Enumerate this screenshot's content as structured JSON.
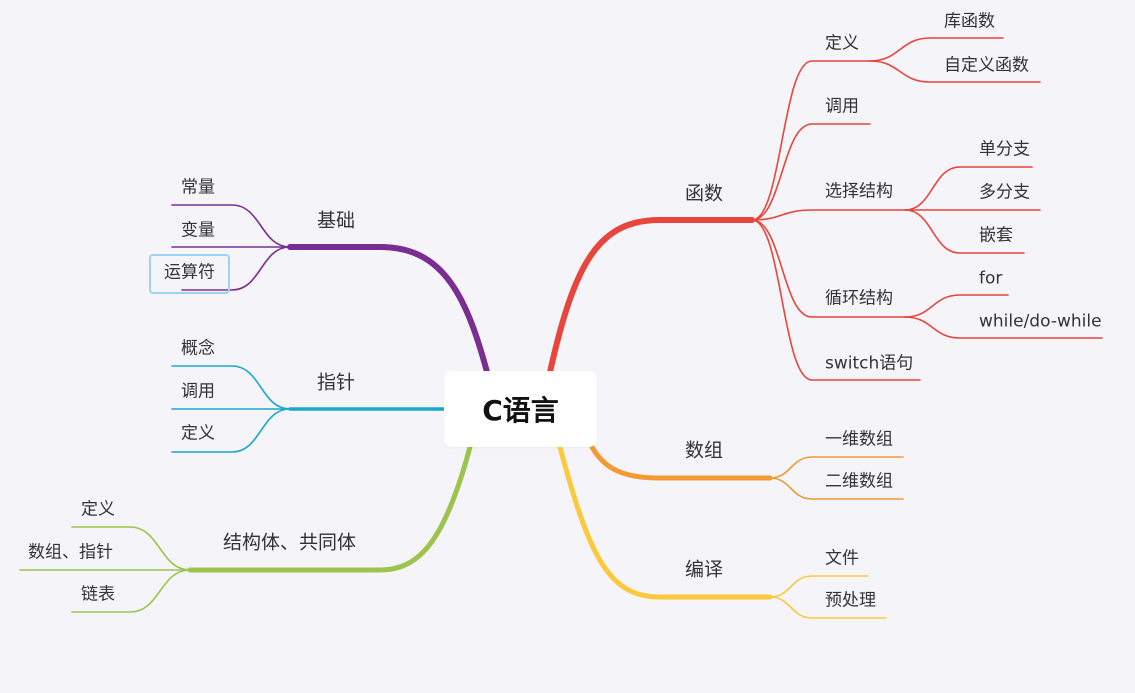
{
  "root": "C语言",
  "branches": {
    "func": {
      "label": "函数",
      "color": "#e8453c",
      "define": "定义",
      "define_children": [
        "库函数",
        "自定义函数"
      ],
      "call": "调用",
      "select": "选择结构",
      "select_children": [
        "单分支",
        "多分支",
        "嵌套"
      ],
      "loop": "循环结构",
      "loop_children": [
        "for",
        "while/do-while"
      ],
      "switch": "switch语句"
    },
    "array": {
      "label": "数组",
      "color": "#f39a34",
      "children": [
        "一维数组",
        "二维数组"
      ]
    },
    "compile": {
      "label": "编译",
      "color": "#fbc93d",
      "children": [
        "文件",
        "预处理"
      ]
    },
    "basic": {
      "label": "基础",
      "color": "#7b2e91",
      "children": [
        "常量",
        "变量",
        "运算符"
      ]
    },
    "pointer": {
      "label": "指针",
      "color": "#1ba9cf",
      "children": [
        "概念",
        "调用",
        "定义"
      ]
    },
    "struct": {
      "label": "结构体、共同体",
      "color": "#9cc44d",
      "children": [
        "定义",
        "数组、指针",
        "链表"
      ]
    }
  }
}
